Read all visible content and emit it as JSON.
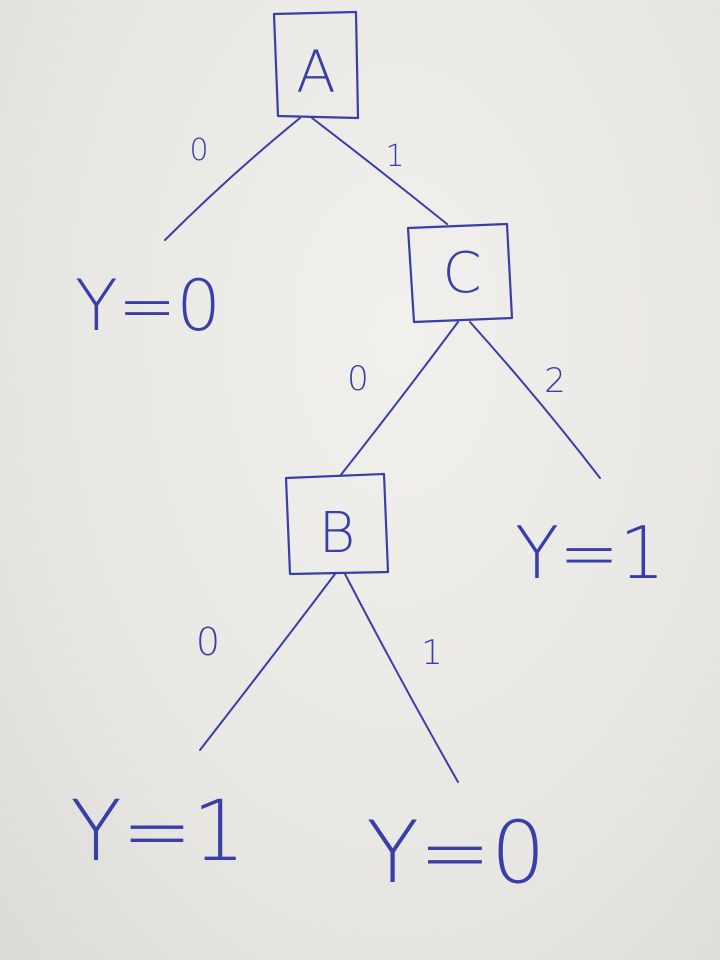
{
  "diagram": {
    "ink_color": "#3a3ea8",
    "paper_color": "#eeede9",
    "nodes": {
      "a": "A",
      "c": "C",
      "b": "B"
    },
    "edges": {
      "a_left": "0",
      "a_right": "1",
      "c_left": "0",
      "c_right": "2",
      "b_left": "0",
      "b_right": "1"
    },
    "leaves": {
      "a_left": "Y=0",
      "c_right": "Y=1",
      "b_left": "Y=1",
      "b_right": "Y=0"
    }
  }
}
